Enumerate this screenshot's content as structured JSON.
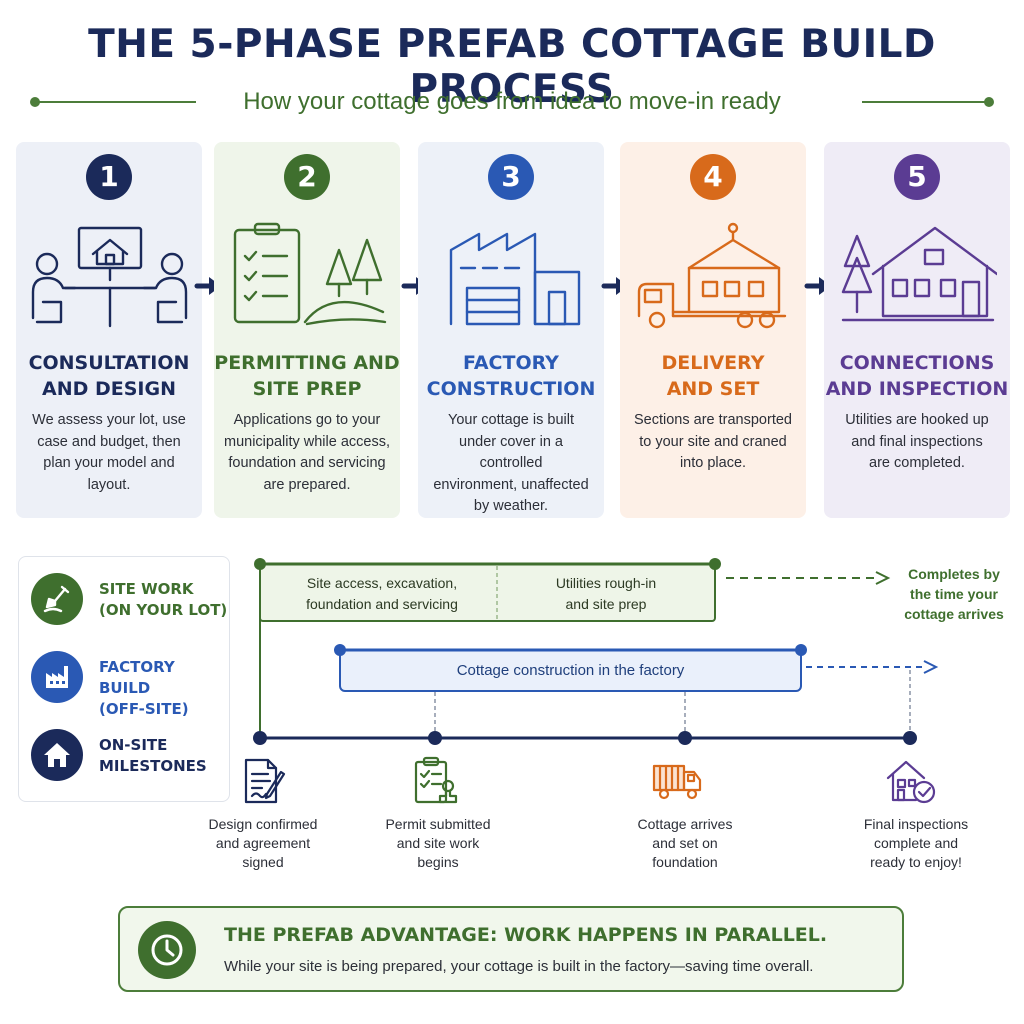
{
  "title": "THE 5-PHASE PREFAB COTTAGE BUILD PROCESS",
  "subtitle": "How your cottage goes from idea to move-in ready",
  "colors": {
    "navy": "#1b2a5a",
    "green": "#3f6f2e",
    "blue": "#2a59b4",
    "orange": "#d86a1b",
    "purple": "#5b3c93"
  },
  "phases": [
    {
      "number": "1",
      "title_lines": [
        "CONSULTATION",
        "AND DESIGN"
      ],
      "desc_lines": [
        "We assess your lot, use",
        "case and budget, then",
        "plan your model and",
        "layout."
      ],
      "icon": "consultation-meeting-icon"
    },
    {
      "number": "2",
      "title_lines": [
        "PERMITTING AND",
        "SITE PREP"
      ],
      "desc_lines": [
        "Applications go to your",
        "municipality while access,",
        "foundation and servicing",
        "are prepared."
      ],
      "icon": "clipboard-trees-icon"
    },
    {
      "number": "3",
      "title_lines": [
        "FACTORY",
        "CONSTRUCTION"
      ],
      "desc_lines": [
        "Your cottage is built",
        "under cover in a controlled",
        "environment, unaffected",
        "by weather."
      ],
      "icon": "factory-icon"
    },
    {
      "number": "4",
      "title_lines": [
        "DELIVERY",
        "AND SET"
      ],
      "desc_lines": [
        "Sections are transported",
        "to your site and craned",
        "into place."
      ],
      "icon": "truck-crane-icon"
    },
    {
      "number": "5",
      "title_lines": [
        "CONNECTIONS",
        "AND INSPECTION"
      ],
      "desc_lines": [
        "Utilities are hooked up",
        "and final inspections",
        "are completed."
      ],
      "icon": "cottage-icon"
    }
  ],
  "legend": [
    {
      "lines": [
        "SITE WORK",
        "(ON YOUR LOT)"
      ],
      "icon": "shovel-icon"
    },
    {
      "lines": [
        "FACTORY BUILD",
        "(OFF-SITE)"
      ],
      "icon": "factory-icon"
    },
    {
      "lines": [
        "ON-SITE",
        "MILESTONES"
      ],
      "icon": "house-icon"
    }
  ],
  "site_bar": {
    "segment1_lines": [
      "Site access, excavation,",
      "foundation and servicing"
    ],
    "segment2_lines": [
      "Utilities rough-in",
      "and site prep"
    ]
  },
  "completes_lines": [
    "Completes by",
    "the time your",
    "cottage arrives"
  ],
  "factory_bar": {
    "label": "Cottage construction in the factory"
  },
  "milestones": [
    {
      "lines": [
        "Design confirmed",
        "and agreement",
        "signed"
      ],
      "icon": "document-signing-icon"
    },
    {
      "lines": [
        "Permit submitted",
        "and site work",
        "begins"
      ],
      "icon": "permit-stamp-icon"
    },
    {
      "lines": [
        "Cottage arrives",
        "and set on",
        "foundation"
      ],
      "icon": "delivery-truck-icon"
    },
    {
      "lines": [
        "Final inspections",
        "complete and",
        "ready to enjoy!"
      ],
      "icon": "house-check-icon"
    }
  ],
  "advantage": {
    "title": "THE PREFAB ADVANTAGE: WORK HAPPENS IN PARALLEL.",
    "body": "While your site is being prepared, your cottage is built in the factory—saving time overall.",
    "icon": "clock-icon"
  }
}
